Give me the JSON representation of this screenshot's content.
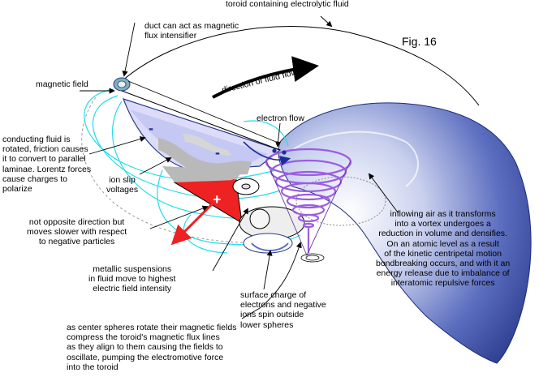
{
  "figure": {
    "title": "Fig. 16",
    "colors": {
      "flux_line": "#22dde8",
      "blue_dark": "#2a3a8c",
      "blue_mid": "#5d6fc0",
      "lavender": "#c4c8f2",
      "lavender_light": "#dcdcf8",
      "gray": "#b9b9b9",
      "red": "#ee2222",
      "purple": "#9b5de0",
      "arrow": "#000000"
    },
    "signs": {
      "negative_1": "-",
      "negative_2": "-",
      "positive": "+"
    }
  },
  "labels": {
    "toroid": "toroid containing electrolytic fluid",
    "duct": "duct can act as magnetic\nflux intensifier",
    "magnetic_field": "magnetic field",
    "direction_flow": "direction of fluid flow",
    "electron_flow": "electron flow",
    "conducting_fluid": "conducting fluid is\nrotated, friction causes\nit to convert to parallel\nlaminae. Lorentz forces\ncause charges to\npolarize",
    "ion_slip": "ion slip\nvoltages",
    "not_opposite": "not opposite direction but\nmoves slower with respect\nto negative particles",
    "metallic": "metallic suspensions\nin fluid move to highest\nelectric field intensity",
    "surface_charge": "surface charge of\nelectrons and negative\nions spin outside\nlower spheres",
    "inflowing": "inflowing air as it transforms\ninto a vortex undergoes a\nreduction in volume and densifies.\nOn an atomic level as a result\nof the kinetic centripetal motion\nbondbreaking occurs, and with it an\nenergy release due to imbalance of\ninteratomic repulsive forces",
    "center_spheres": "as center spheres rotate their magnetic fields\ncompress the toroid's magnetic flux lines\nas they align to them causing the fields to\noscillate, pumping the electromotive force\ninto the toroid"
  }
}
